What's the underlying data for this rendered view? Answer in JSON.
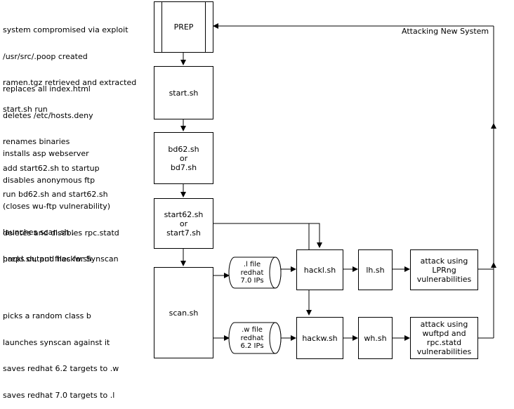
{
  "notes": {
    "prep": [
      "system compromised via exploit",
      "/usr/src/.poop created",
      "ramen.tgz retrieved and extracted",
      "start.sh run"
    ],
    "start": [
      "replaces all index.html",
      "deletes /etc/hosts.deny",
      "renames binaries",
      "add start62.sh to startup",
      "run bd62.sh and start62.sh"
    ],
    "bd": [
      "installs asp webserver",
      "disables anonymous ftp",
      "(closes wu-ftp vulnerability)",
      "deletes and disables rpc.statd",
      "preps output files for Synscan"
    ],
    "start62": [
      "launches scan.sh ,",
      "hackl.sh, and hackw.sh"
    ],
    "scan": [
      "picks a random class b",
      "launches synscan against it",
      "saves redhat 6.2 targets to .w",
      "saves redhat 7.0 targets to .l"
    ]
  },
  "boxes": {
    "prep": "PREP",
    "start_sh": "start.sh",
    "bd": [
      "bd62.sh",
      "or",
      "bd7.sh"
    ],
    "start62": [
      "start62.sh",
      "or",
      "start7.sh"
    ],
    "scan_sh": "scan.sh",
    "hackl_sh": "hackl.sh",
    "hackw_sh": "hackw.sh",
    "lh_sh": "lh.sh",
    "wh_sh": "wh.sh",
    "attack_lprng": [
      "attack using",
      "LPRng",
      "vulnerabilities"
    ],
    "attack_wuftpd": [
      "attack using",
      "wuftpd and",
      "rpc.statd",
      "vulnerabilities"
    ]
  },
  "files": {
    "l_file": [
      ".l file",
      "redhat",
      "7.0 IPs"
    ],
    "w_file": [
      ".w file",
      "redhat",
      "6.2 IPs"
    ]
  },
  "loop_label": "Attacking New System"
}
